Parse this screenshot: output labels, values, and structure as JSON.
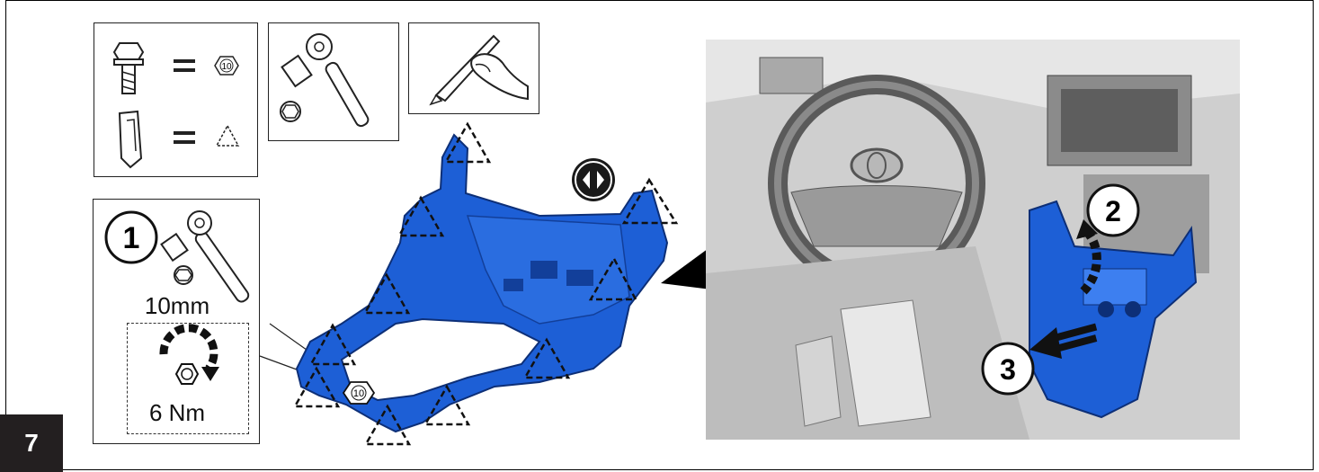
{
  "step": {
    "number": "7"
  },
  "legend": {
    "bolt_size": "10"
  },
  "step1": {
    "number": "1",
    "socket_size": "10mm",
    "torque": "6 Nm"
  },
  "diagram": {
    "callout_bolt_size": "10",
    "photo_step_2": "2",
    "photo_step_3": "3"
  },
  "colors": {
    "panel_blue": "#1d5fd6",
    "panel_dark": "#123f9a",
    "badge": "#231f20"
  }
}
